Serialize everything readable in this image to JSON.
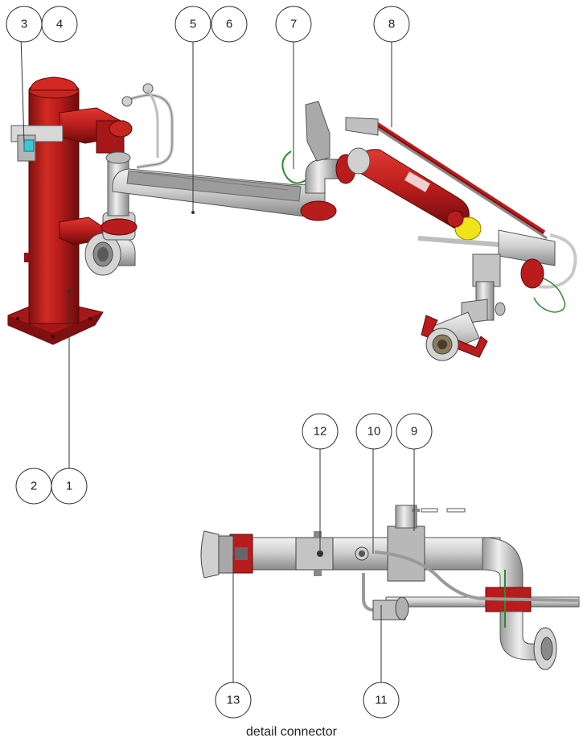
{
  "callouts": {
    "c1": "1",
    "c2": "2",
    "c3": "3",
    "c4": "4",
    "c5": "5",
    "c6": "6",
    "c7": "7",
    "c8": "8",
    "c9": "9",
    "c10": "10",
    "c11": "11",
    "c12": "12",
    "c13": "13"
  },
  "caption": "detail connector",
  "colors": {
    "red": "#b81c1c",
    "red_dark": "#7e1010",
    "steel": "#c9c9c9",
    "steel_dark": "#8c8c8c",
    "steel_light": "#ececec",
    "yellow": "#f2e21a",
    "green": "#2e8b2e",
    "cyan": "#3ac7d6"
  }
}
